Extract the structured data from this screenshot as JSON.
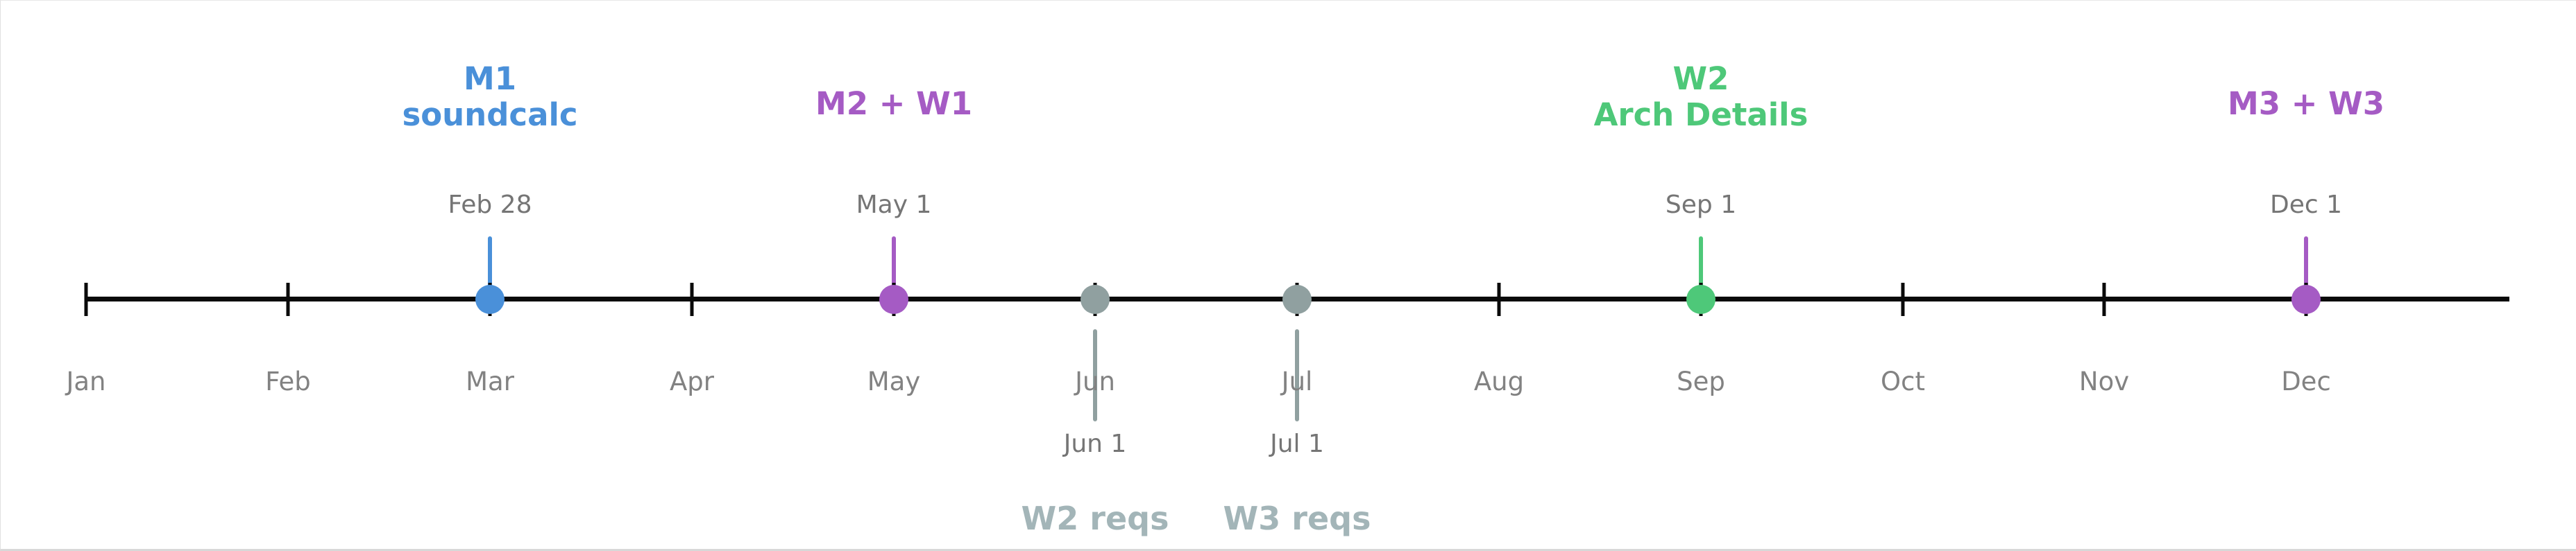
{
  "chart_data": {
    "type": "scatter",
    "subtype": "milestone-timeline",
    "title": "",
    "xlabel": "",
    "ylabel": "",
    "grid": false,
    "legend_position": "none",
    "x_axis": {
      "unit": "month",
      "tick_labels": [
        "Jan",
        "Feb",
        "Mar",
        "Apr",
        "May",
        "Jun",
        "Jul",
        "Aug",
        "Sep",
        "Oct",
        "Nov",
        "Dec"
      ],
      "range": "Jan through Dec of one year, equally spaced month ticks"
    },
    "points": [
      {
        "label": "M1 soundcalc",
        "date": "Feb 28",
        "color": "#4a90d9",
        "annotation_side": "above"
      },
      {
        "label": "M2 + W1",
        "date": "May 1",
        "color": "#a55bc4",
        "annotation_side": "above"
      },
      {
        "label": "W2 reqs",
        "date": "Jun 1",
        "color": "#90a0a0",
        "annotation_side": "below"
      },
      {
        "label": "W3 reqs",
        "date": "Jul 1",
        "color": "#90a0a0",
        "annotation_side": "below"
      },
      {
        "label": "W2 Arch Details",
        "date": "Sep 1",
        "color": "#4ec879",
        "annotation_side": "above"
      },
      {
        "label": "M3 + W3",
        "date": "Dec 1",
        "color": "#a55bc4",
        "annotation_side": "above"
      }
    ]
  },
  "timeline": {
    "months": [
      "Jan",
      "Feb",
      "Mar",
      "Apr",
      "May",
      "Jun",
      "Jul",
      "Aug",
      "Sep",
      "Oct",
      "Nov",
      "Dec"
    ],
    "colors": {
      "axis": "#0a0a0a",
      "blue": "#4a90d9",
      "purple": "#a55bc4",
      "green": "#4ec879",
      "gray_marker": "#90a0a0",
      "gray_label": "#a3b5b8",
      "month_text": "#828282",
      "date_text": "#757575"
    },
    "events": {
      "m1": {
        "title": "M1\nsoundcalc",
        "date": "Feb 28"
      },
      "m2w1": {
        "title": "M2 + W1",
        "date": "May 1"
      },
      "w2reqs": {
        "title": "W2 reqs",
        "date": "Jun 1"
      },
      "w3reqs": {
        "title": "W3 reqs",
        "date": "Jul 1"
      },
      "w2arch": {
        "title": "W2\nArch Details",
        "date": "Sep 1"
      },
      "m3w3": {
        "title": "M3 + W3",
        "date": "Dec 1"
      }
    }
  }
}
